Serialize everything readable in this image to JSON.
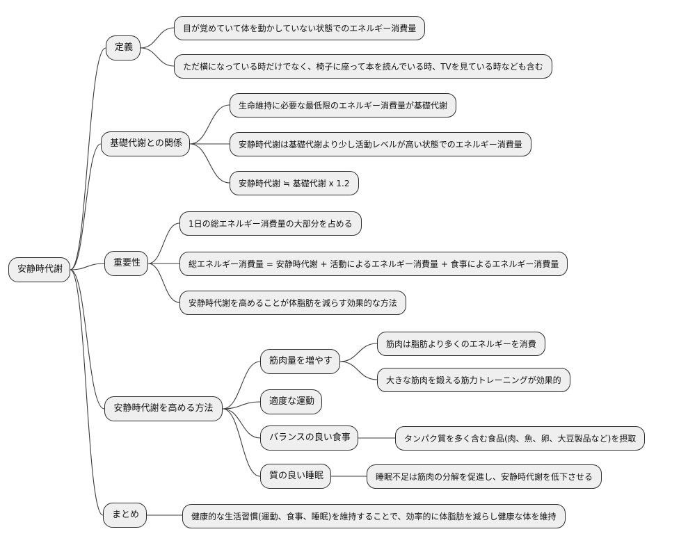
{
  "diagram": {
    "type": "mindmap",
    "colors": {
      "background": "#ffffff",
      "node_fill": "#efefef",
      "node_border": "#2c2c2c",
      "edge": "#3a3a3a",
      "text": "#111111"
    },
    "root": {
      "label": "安静時代謝"
    },
    "branches": [
      {
        "label": "定義",
        "children": [
          {
            "label": "目が覚めていて体を動かしていない状態でのエネルギー消費量"
          },
          {
            "label": "ただ横になっている時だけでなく、椅子に座って本を読んでいる時、TVを見ている時なども含む"
          }
        ]
      },
      {
        "label": "基礎代謝との関係",
        "children": [
          {
            "label": "生命維持に必要な最低限のエネルギー消費量が基礎代謝"
          },
          {
            "label": "安静時代謝は基礎代謝より少し活動レベルが高い状態でのエネルギー消費量"
          },
          {
            "label": "安静時代謝 ≒ 基礎代謝 x 1.2"
          }
        ]
      },
      {
        "label": "重要性",
        "children": [
          {
            "label": "1日の総エネルギー消費量の大部分を占める"
          },
          {
            "label": "総エネルギー消費量 = 安静時代謝 + 活動によるエネルギー消費量 + 食事によるエネルギー消費量"
          },
          {
            "label": "安静時代謝を高めることが体脂肪を減らす効果的な方法"
          }
        ]
      },
      {
        "label": "安静時代謝を高める方法",
        "children": [
          {
            "label": "筋肉量を増やす",
            "children": [
              {
                "label": "筋肉は脂肪より多くのエネルギーを消費"
              },
              {
                "label": "大きな筋肉を鍛える筋力トレーニングが効果的"
              }
            ]
          },
          {
            "label": "適度な運動",
            "children": []
          },
          {
            "label": "バランスの良い食事",
            "children": [
              {
                "label": "タンパク質を多く含む食品(肉、魚、卵、大豆製品など)を摂取"
              }
            ]
          },
          {
            "label": "質の良い睡眠",
            "children": [
              {
                "label": "睡眠不足は筋肉の分解を促進し、安静時代謝を低下させる"
              }
            ]
          }
        ]
      },
      {
        "label": "まとめ",
        "children": [
          {
            "label": "健康的な生活習慣(運動、食事、睡眠)を維持することで、効率的に体脂肪を減らし健康な体を維持"
          }
        ]
      }
    ]
  }
}
